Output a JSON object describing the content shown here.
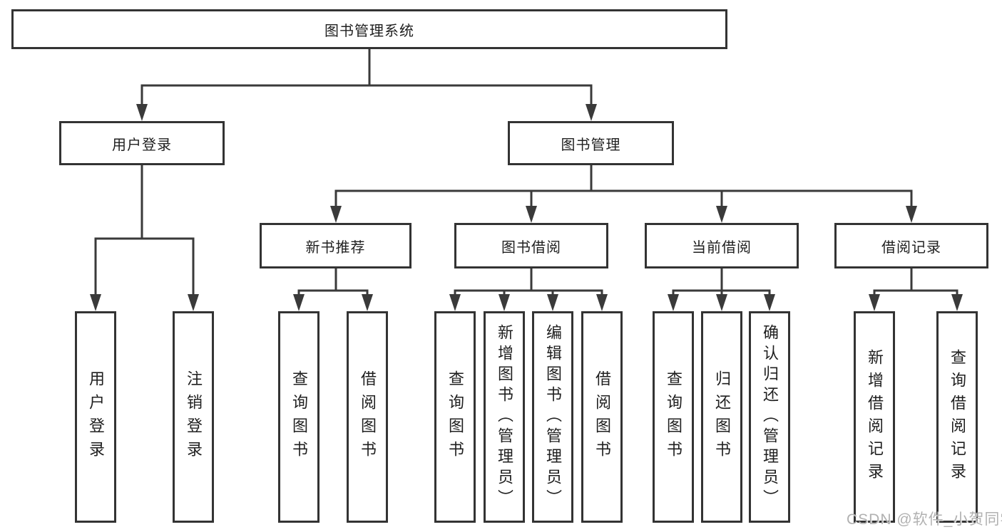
{
  "colors": {
    "line": "#3a3a3a",
    "box_border": "#333333",
    "box_background": "#ffffff",
    "text": "#1f1f1f",
    "watermark": "#adadad"
  },
  "tree": {
    "label": "图书管理系统",
    "children": [
      {
        "label": "用户登录",
        "children": [
          {
            "label": "用户登录"
          },
          {
            "label": "注销登录"
          }
        ]
      },
      {
        "label": "图书管理",
        "children": [
          {
            "label": "新书推荐",
            "children": [
              {
                "label": "查询图书"
              },
              {
                "label": "借阅图书"
              }
            ]
          },
          {
            "label": "图书借阅",
            "children": [
              {
                "label": "查询图书"
              },
              {
                "label": "新增图书（管理员）"
              },
              {
                "label": "编辑图书（管理员）"
              },
              {
                "label": "借阅图书"
              }
            ]
          },
          {
            "label": "当前借阅",
            "children": [
              {
                "label": "查询图书"
              },
              {
                "label": "归还图书"
              },
              {
                "label": "确认归还（管理员）"
              }
            ]
          },
          {
            "label": "借阅记录",
            "children": [
              {
                "label": "新增借阅记录"
              },
              {
                "label": "查询借阅记录"
              }
            ]
          }
        ]
      }
    ]
  },
  "watermark": {
    "text": "CSDN @软件_小贺同学"
  }
}
